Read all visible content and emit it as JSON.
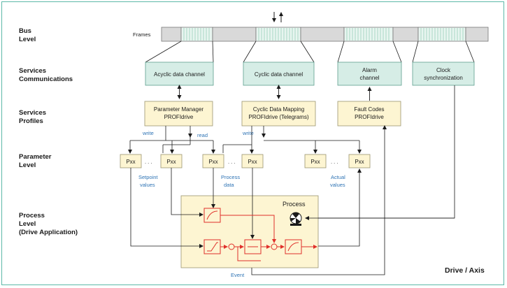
{
  "levels": {
    "bus_1": "Bus",
    "bus_2": "Level",
    "comm_1": "Services",
    "comm_2": "Communications",
    "prof_1": "Services",
    "prof_2": "Profiles",
    "param_1": "Parameter",
    "param_2": "Level",
    "proc_1": "Process",
    "proc_2": "Level",
    "proc_3": "(Drive Application)"
  },
  "frames_label": "Frames",
  "channels": {
    "acyclic": "Acyclic data channel",
    "cyclic": "Cyclic data channel",
    "alarm_1": "Alarm",
    "alarm_2": "channel",
    "clock_1": "Clock",
    "clock_2": "synchronization"
  },
  "profiles": {
    "param_mgr_1": "Parameter Manager",
    "param_mgr_2": "PROFIdrive",
    "cyclic_map_1": "Cyclic Data Mapping",
    "cyclic_map_2": "PROFIdrive (Telegrams)",
    "fault_1": "Fault Codes",
    "fault_2": "PROFIdrive"
  },
  "annotations": {
    "write_1": "write",
    "read": "read",
    "write_2": "write",
    "setpoint_1": "Setpoint",
    "setpoint_2": "values",
    "process_data_1": "Process",
    "process_data_2": "data",
    "actual_1": "Actual",
    "actual_2": "values",
    "event": "Event"
  },
  "params": {
    "p1": "Pxx",
    "p2": "Pxx",
    "p3": "Pxx",
    "p4": "Pxx",
    "p5": "Pxx",
    "p6": "Pxx",
    "dots_1": ". . .",
    "dots_2": ". . .",
    "dots_3": ". . ."
  },
  "process_title": "Process",
  "footer": "Drive / Axis",
  "colors": {
    "teal_fill": "#d6ede6",
    "teal_border": "#5e9e8e",
    "yellow_fill": "#fdf5d2",
    "yellow_border": "#9a9470",
    "grey_fill": "#d9d9d9",
    "red": "#e0302a",
    "blue_text": "#2f74b5",
    "frame_border": "#5cb8a8"
  },
  "icons": {
    "updown": "up-down-arrows-icon",
    "motor": "motor-icon"
  }
}
